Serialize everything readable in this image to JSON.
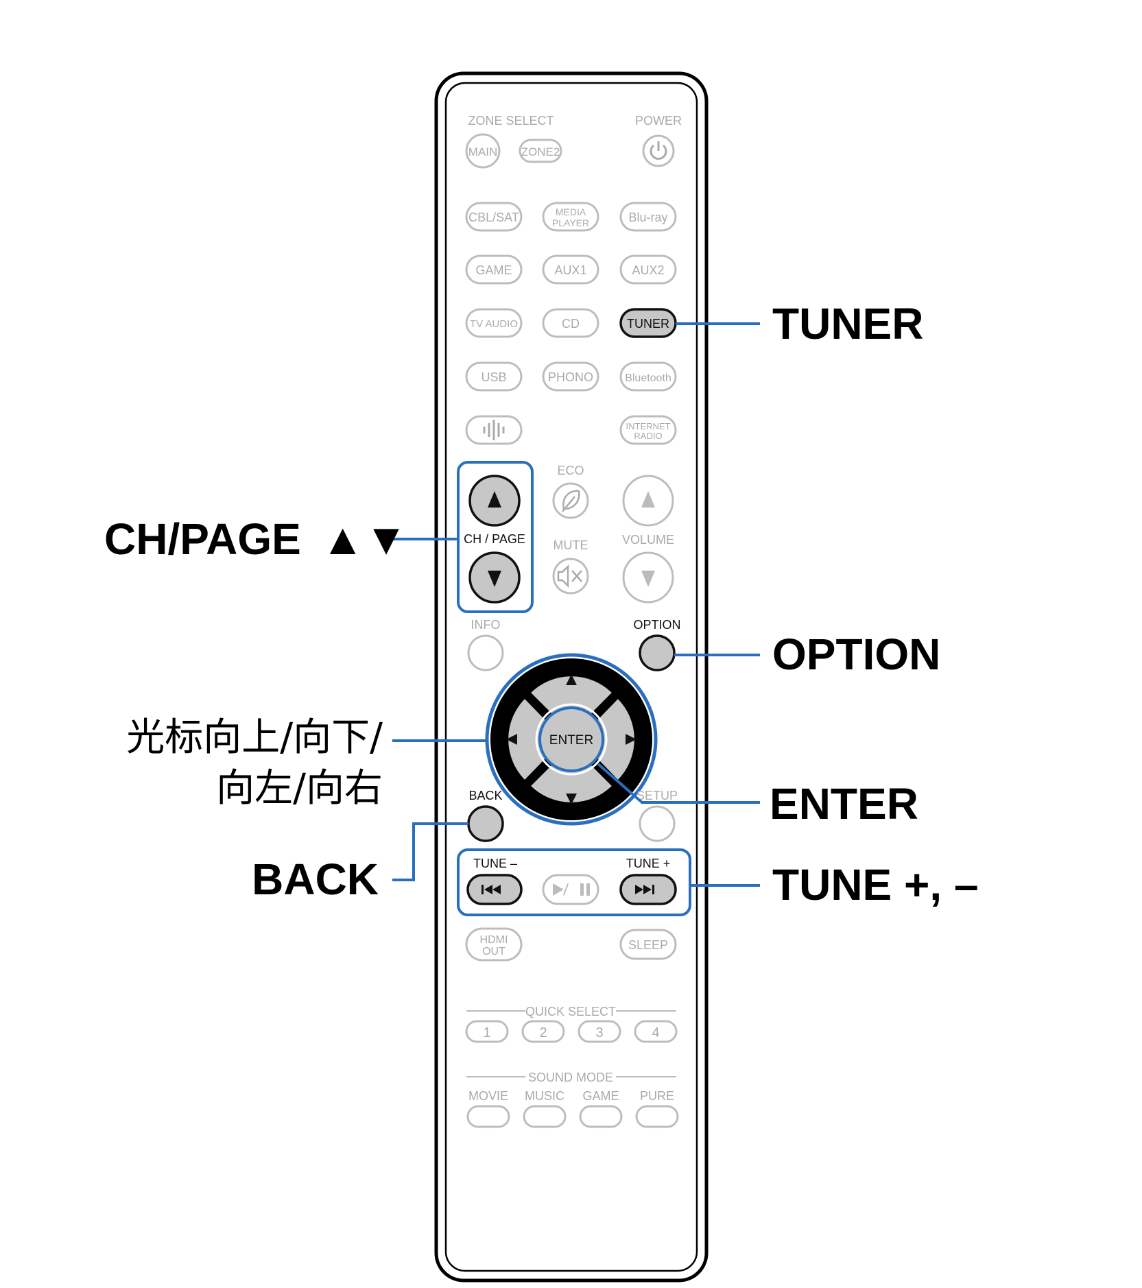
{
  "callouts": {
    "tuner": "TUNER",
    "ch_page": "CH/PAGE",
    "ch_page_arrows": "▲▼",
    "option": "OPTION",
    "cursor_line1": "光标向上/向下/",
    "cursor_line2": "向左/向右",
    "enter": "ENTER",
    "back": "BACK",
    "tune": "TUNE +, –"
  },
  "remote": {
    "zone_select": "ZONE SELECT",
    "power": "POWER",
    "main": "MAIN",
    "zone2": "ZONE2",
    "cbl_sat": "CBL/SAT",
    "media_player_1": "MEDIA",
    "media_player_2": "PLAYER",
    "bluray": "Blu-ray",
    "game": "GAME",
    "aux1": "AUX1",
    "aux2": "AUX2",
    "tv_audio": "TV AUDIO",
    "cd": "CD",
    "tuner": "TUNER",
    "usb": "USB",
    "phono": "PHONO",
    "bluetooth": "Bluetooth",
    "internet_radio_1": "INTERNET",
    "internet_radio_2": "RADIO",
    "eco": "ECO",
    "ch_page": "CH / PAGE",
    "mute": "MUTE",
    "volume": "VOLUME",
    "info": "INFO",
    "option": "OPTION",
    "enter": "ENTER",
    "back": "BACK",
    "setup": "SETUP",
    "tune_minus": "TUNE –",
    "tune_plus": "TUNE +",
    "hdmi_out_1": "HDMI",
    "hdmi_out_2": "OUT",
    "sleep": "SLEEP",
    "quick_select": "QUICK SELECT",
    "quick_1": "1",
    "quick_2": "2",
    "quick_3": "3",
    "quick_4": "4",
    "sound_mode": "SOUND MODE",
    "movie": "MOVIE",
    "music": "MUSIC",
    "game_mode": "GAME",
    "pure": "PURE"
  },
  "colors": {
    "highlight": "#2a6fbf",
    "pressed_button": "#c7c7c7",
    "inactive_text": "#aaaaaa"
  }
}
